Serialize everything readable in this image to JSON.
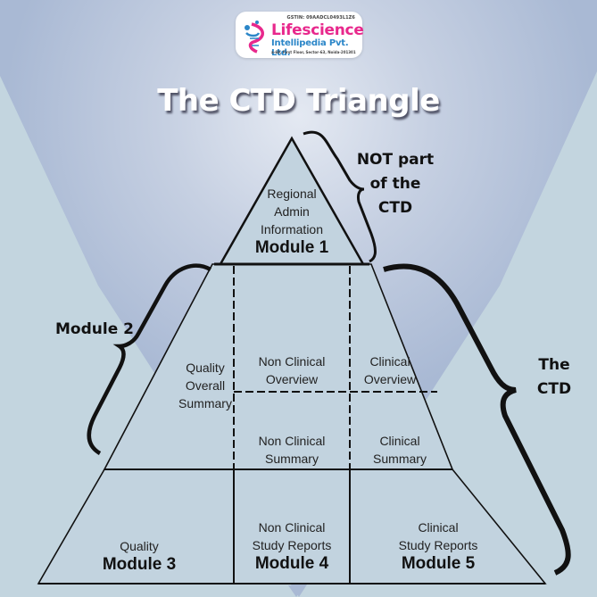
{
  "colors": {
    "background_light": "#c3d5df",
    "spotlight_blue": "#a9b9d4",
    "spotlight_center": "#d5dde9",
    "triangle_fill": "#c2d3df",
    "line": "#111111",
    "brand_pink": "#e8288c",
    "brand_blue": "#2b86c8"
  },
  "logo": {
    "gstin": "GSTIN: 09AADCL0493L1Z6",
    "brand": "Lifescience",
    "subbrand": "Intellipedia Pvt. Ltd.",
    "address": "a-69, First Floor, Sector-63, Noida-201301",
    "icon": "dna-helix-icon"
  },
  "title": "The CTD Triangle",
  "module1": {
    "lines": [
      "Regional",
      "Admin",
      "Information"
    ],
    "name": "Module 1"
  },
  "module2": {
    "quality_overall_summary": [
      "Quality",
      "Overall",
      "Summary"
    ],
    "nonclinical_overview": [
      "Non Clinical",
      "Overview"
    ],
    "clinical_overview": [
      "Clinical",
      "Overview"
    ],
    "nonclinical_summary": [
      "Non Clinical",
      "Summary"
    ],
    "clinical_summary": [
      "Clinical",
      "Summary"
    ]
  },
  "module3": {
    "lines": [
      "Quality"
    ],
    "name": "Module 3"
  },
  "module4": {
    "lines": [
      "Non Clinical",
      "Study Reports"
    ],
    "name": "Module 4"
  },
  "module5": {
    "lines": [
      "Clinical",
      "Study Reports"
    ],
    "name": "Module 5"
  },
  "annotations": {
    "not_part": [
      "NOT part",
      "of the",
      "CTD"
    ],
    "module2_label": "Module 2",
    "the_ctd": [
      "The",
      "CTD"
    ]
  }
}
